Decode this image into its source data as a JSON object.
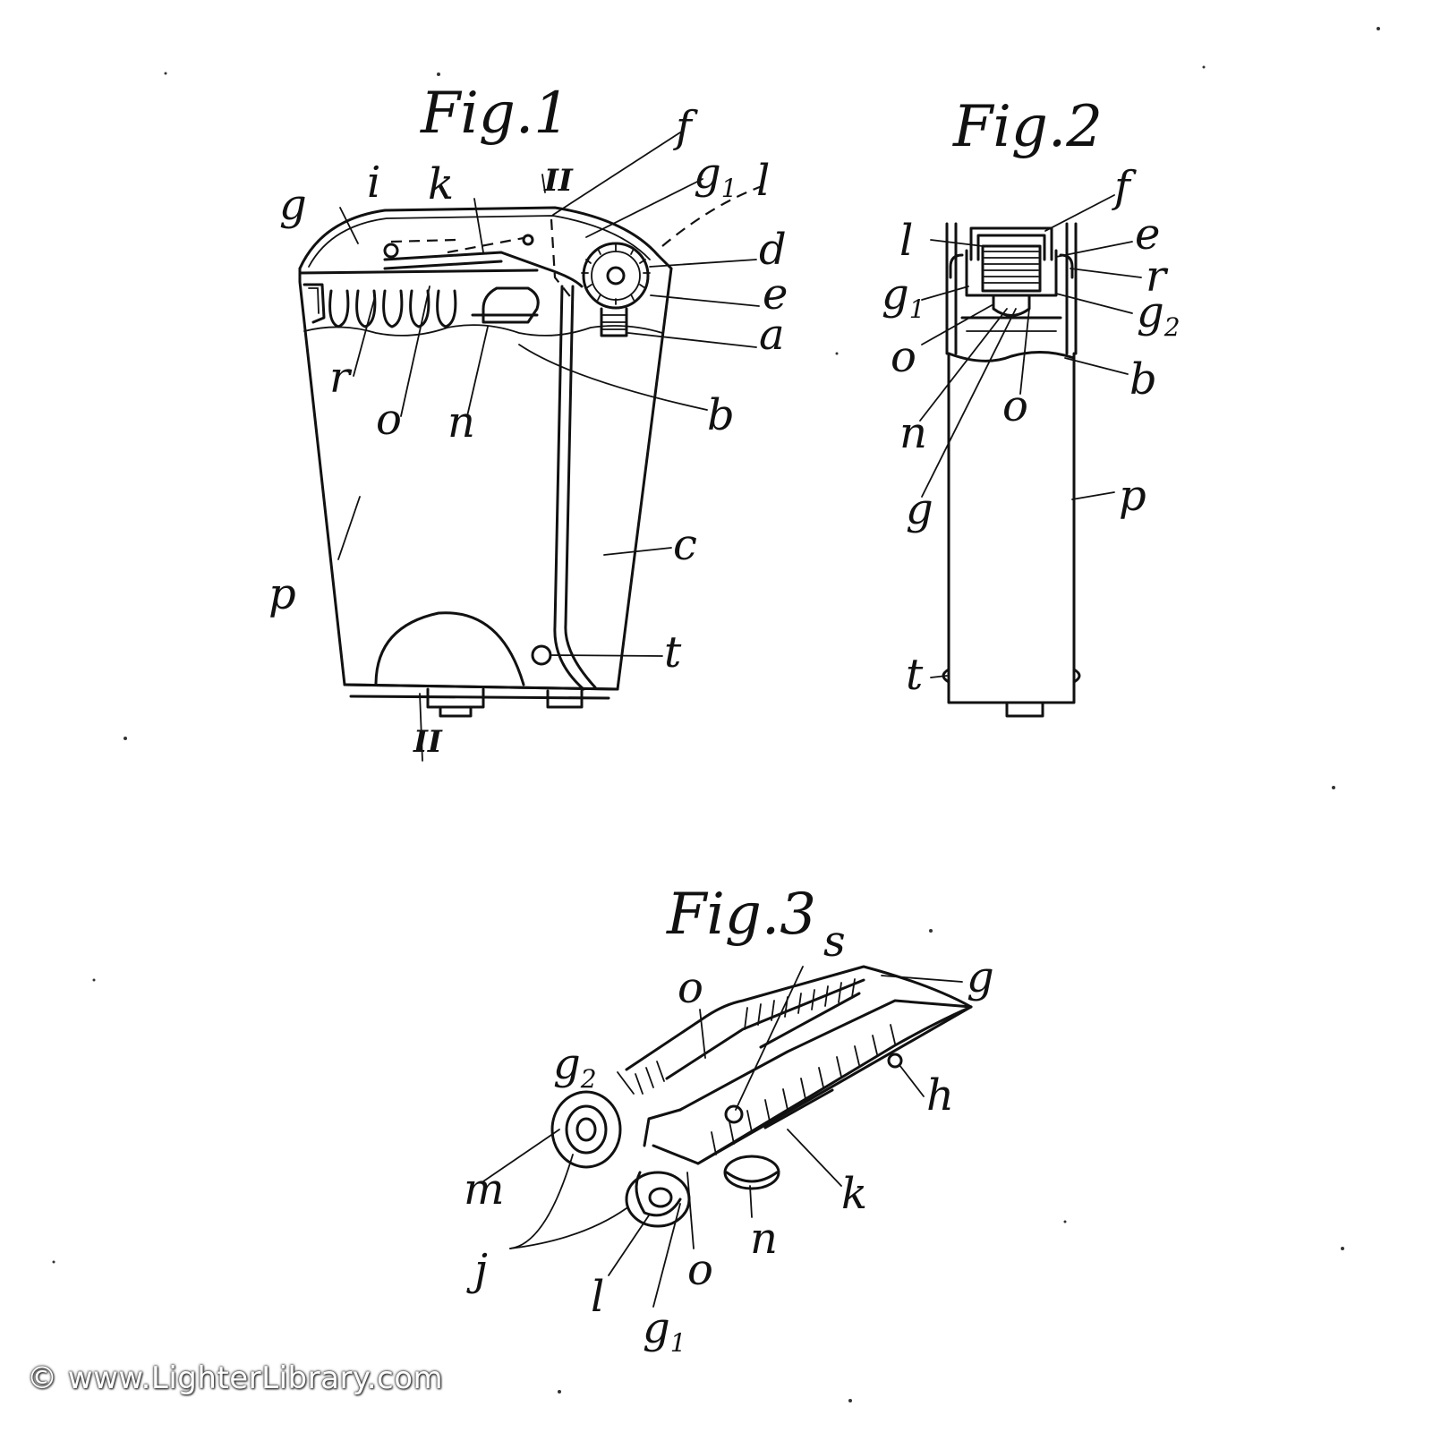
{
  "figures": {
    "fig1": {
      "title": "Fig.1",
      "labels": {
        "g": "g",
        "i": "i",
        "k": "k",
        "f": "f",
        "g1": "g",
        "g1_sub": "1",
        "l": "l",
        "d": "d",
        "e": "e",
        "a": "a",
        "b": "b",
        "r": "r",
        "o": "o",
        "n": "n",
        "p": "p",
        "c": "c",
        "t": "t",
        "sec_top": "II",
        "sec_bottom": "II"
      }
    },
    "fig2": {
      "title": "Fig.2",
      "labels": {
        "f": "f",
        "l": "l",
        "e": "e",
        "r": "r",
        "g1": "g",
        "g1_sub": "1",
        "g2": "g",
        "g2_sub": "2",
        "o_left": "o",
        "b": "b",
        "n": "n",
        "o_mid": "o",
        "g": "g",
        "p": "p",
        "t": "t"
      }
    },
    "fig3": {
      "title": "Fig.3",
      "labels": {
        "s": "s",
        "o_top": "o",
        "g": "g",
        "g2": "g",
        "g2_sub": "2",
        "h": "h",
        "m": "m",
        "k": "k",
        "n": "n",
        "j": "j",
        "l": "l",
        "o_bottom": "o",
        "g1": "g",
        "g1_sub": "1"
      }
    }
  },
  "watermark": "© www.LighterLibrary.com"
}
